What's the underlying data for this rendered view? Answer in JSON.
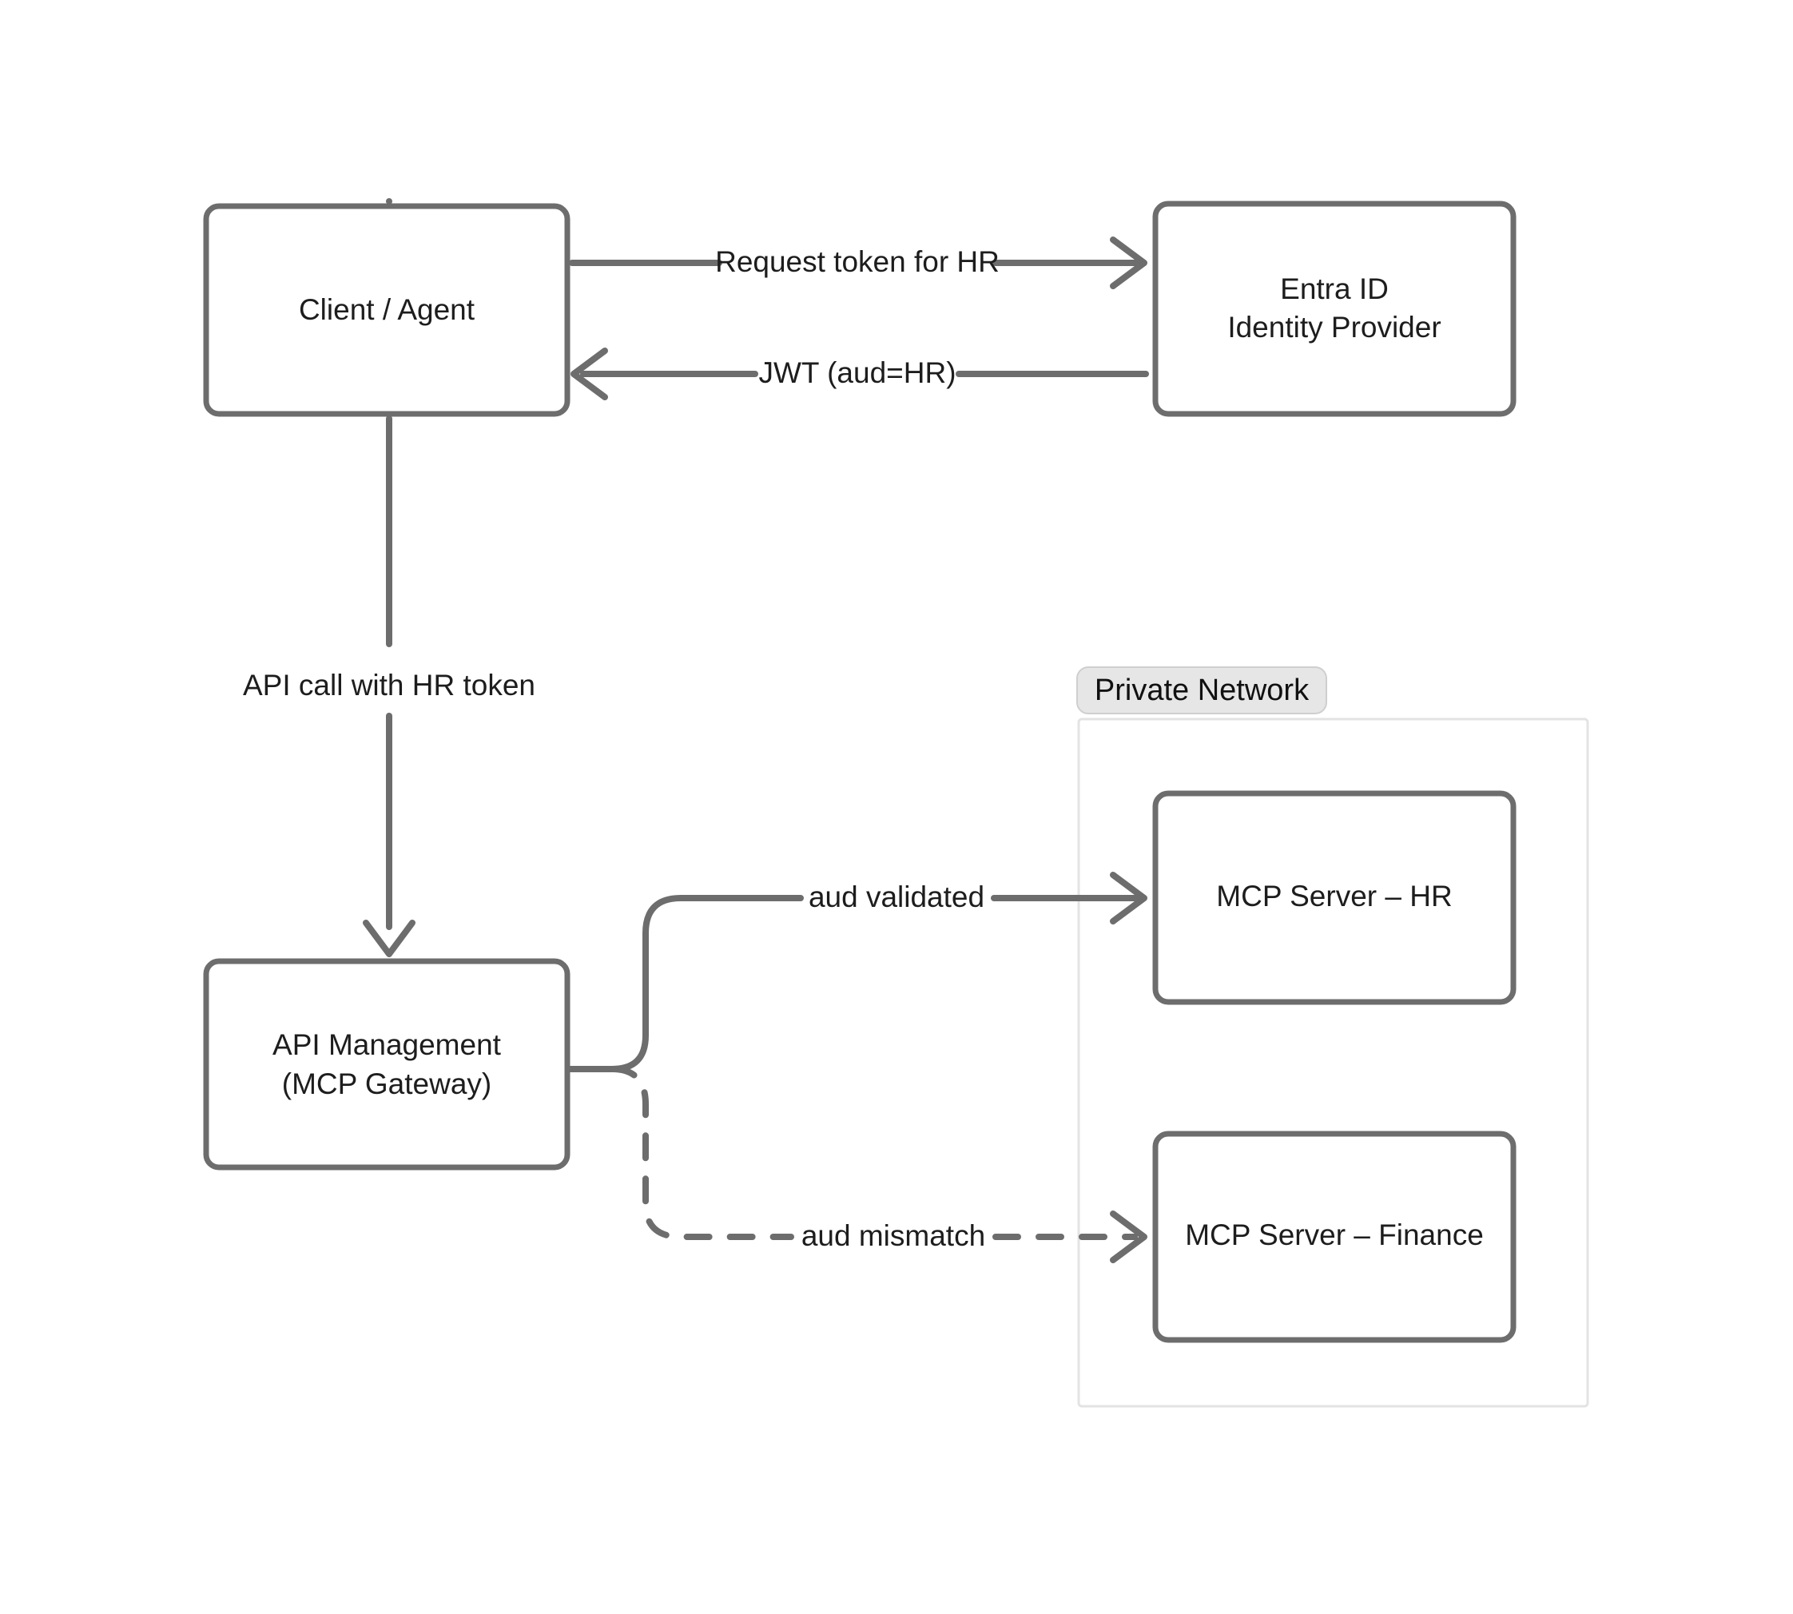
{
  "diagram": {
    "background_color": "#ffffff",
    "stroke_color": "#6d6d6d",
    "text_color": "#1d1d1d",
    "group_fill": "#ffffff",
    "group_stroke": "#e3e3e3",
    "group_label_fill": "#e6e6e6",
    "nodes": {
      "client": {
        "label": "Client / Agent"
      },
      "idp": {
        "line1": "Entra ID",
        "line2": "Identity Provider"
      },
      "apim": {
        "line1": "API Management",
        "line2": "(MCP Gateway)"
      },
      "mcp_hr": {
        "label": "MCP Server – HR"
      },
      "mcp_finance": {
        "label": "MCP Server – Finance"
      }
    },
    "group": {
      "label": "Private Network"
    },
    "edges": {
      "request_token": {
        "label": "Request token for HR",
        "style": "solid"
      },
      "jwt_response": {
        "label": "JWT (aud=HR)",
        "style": "solid"
      },
      "api_call": {
        "label": "API call with HR token",
        "style": "solid"
      },
      "aud_validated": {
        "label": "aud validated",
        "style": "solid"
      },
      "aud_mismatch": {
        "label": "aud mismatch",
        "style": "dashed"
      }
    }
  }
}
